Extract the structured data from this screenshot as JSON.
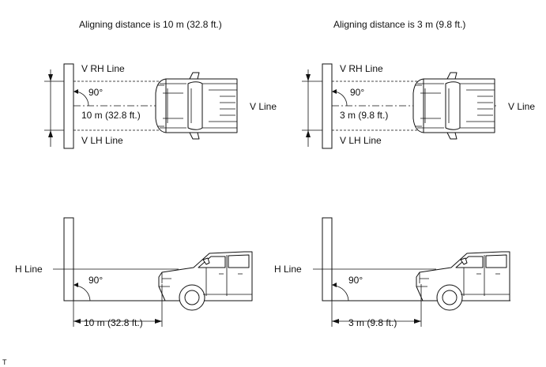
{
  "left": {
    "heading": "Aligning distance is 10 m (32.8 ft.)",
    "v_rh": "V RH Line",
    "v_lh": "V LH Line",
    "v_line": "V Line",
    "angle_top": "90°",
    "dist_top": "10 m (32.8 ft.)",
    "h_line": "H Line",
    "angle_bottom": "90°",
    "dist_bottom": "10 m (32.8 ft.)"
  },
  "right": {
    "heading": "Aligning distance is 3 m (9.8 ft.)",
    "v_rh": "V RH Line",
    "v_lh": "V LH Line",
    "v_line": "V Line",
    "angle_top": "90°",
    "dist_top": "3 m (9.8 ft.)",
    "h_line": "H Line",
    "angle_bottom": "90°",
    "dist_bottom": "3 m (9.8 ft.)"
  },
  "corner_mark": "T"
}
